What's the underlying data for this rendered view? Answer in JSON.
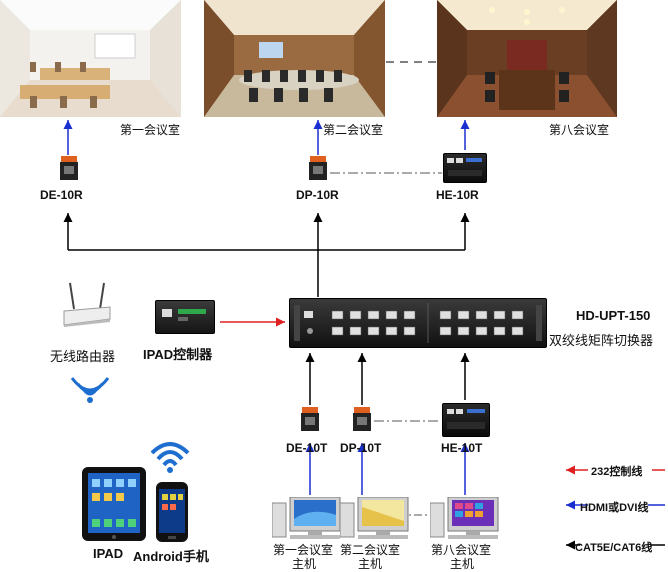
{
  "rooms": [
    {
      "name": "第一会议室"
    },
    {
      "name": "第二会议室"
    },
    {
      "name": "第八会议室"
    }
  ],
  "receivers": [
    {
      "model": "DE-10R"
    },
    {
      "model": "DP-10R"
    },
    {
      "model": "HE-10R"
    }
  ],
  "matrix": {
    "model": "HD-UPT-150",
    "description": "双绞线矩阵切换器"
  },
  "wireless_router": {
    "label": "无线路由器"
  },
  "ipad_controller": {
    "label": "IPAD控制器"
  },
  "transmitters": [
    {
      "model": "DE-10T"
    },
    {
      "model": "DP-10T"
    },
    {
      "model": "HE-10T"
    }
  ],
  "hosts": [
    {
      "line1": "第一会议室",
      "line2": "主机"
    },
    {
      "line1": "第二会议室",
      "line2": "主机"
    },
    {
      "line1": "第八会议室",
      "line2": "主机"
    }
  ],
  "clients": {
    "ipad": "IPAD",
    "android": "Android手机"
  },
  "legend": [
    {
      "label": "232控制线",
      "color": "#e02020"
    },
    {
      "label": "HDMI或DVI线",
      "color": "#1a2fd0"
    },
    {
      "label": "CAT5E/CAT6线",
      "color": "#000000"
    }
  ],
  "colors": {
    "control": "#e02020",
    "video": "#1a2fd0",
    "cat": "#000000",
    "wifi": "#1e6ed0"
  }
}
